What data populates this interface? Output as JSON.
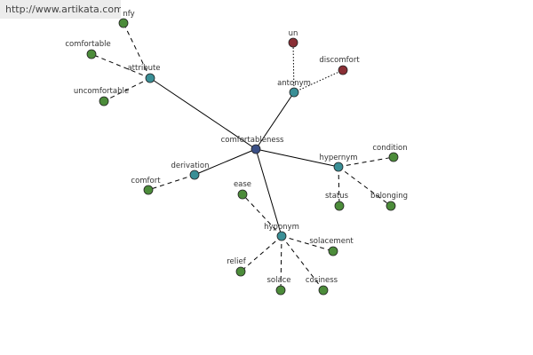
{
  "site": {
    "url": "http://www.artikata.com"
  },
  "colors": {
    "center": "#3a4f86",
    "relation": "#3a8f96",
    "word": "#4c8c3a",
    "antonym_word": "#8a2f35",
    "edge": "#000000"
  },
  "nodes": [
    {
      "id": "comfortableness",
      "label": "comfortableness",
      "kind": "center"
    },
    {
      "id": "attribute",
      "label": "attribute",
      "kind": "relation"
    },
    {
      "id": "antonym",
      "label": "antonym",
      "kind": "relation"
    },
    {
      "id": "hypernym",
      "label": "hypernym",
      "kind": "relation"
    },
    {
      "id": "derivation",
      "label": "derivation",
      "kind": "relation"
    },
    {
      "id": "hyponym",
      "label": "hyponym",
      "kind": "relation"
    },
    {
      "id": "fy",
      "label": "nfy",
      "kind": "word"
    },
    {
      "id": "comfortable",
      "label": "comfortable",
      "kind": "word"
    },
    {
      "id": "uncomfortable",
      "label": "uncomfortable",
      "kind": "word"
    },
    {
      "id": "un",
      "label": "un",
      "kind": "antonym_word"
    },
    {
      "id": "discomfort",
      "label": "discomfort",
      "kind": "antonym_word"
    },
    {
      "id": "condition",
      "label": "condition",
      "kind": "word"
    },
    {
      "id": "status",
      "label": "status",
      "kind": "word"
    },
    {
      "id": "belonging",
      "label": "belonging",
      "kind": "word"
    },
    {
      "id": "comfort",
      "label": "comfort",
      "kind": "word"
    },
    {
      "id": "ease",
      "label": "ease",
      "kind": "word"
    },
    {
      "id": "solacement",
      "label": "solacement",
      "kind": "word"
    },
    {
      "id": "relief",
      "label": "relief",
      "kind": "word"
    },
    {
      "id": "solace",
      "label": "solace",
      "kind": "word"
    },
    {
      "id": "cosiness",
      "label": "cosiness",
      "kind": "word"
    }
  ],
  "edges": [
    {
      "from": "comfortableness",
      "to": "attribute",
      "style": "solid"
    },
    {
      "from": "comfortableness",
      "to": "antonym",
      "style": "solid"
    },
    {
      "from": "comfortableness",
      "to": "hypernym",
      "style": "solid"
    },
    {
      "from": "comfortableness",
      "to": "derivation",
      "style": "solid"
    },
    {
      "from": "comfortableness",
      "to": "hyponym",
      "style": "solid"
    },
    {
      "from": "attribute",
      "to": "fy",
      "style": "dashed"
    },
    {
      "from": "attribute",
      "to": "comfortable",
      "style": "dashed"
    },
    {
      "from": "attribute",
      "to": "uncomfortable",
      "style": "dashed"
    },
    {
      "from": "antonym",
      "to": "un",
      "style": "dotted"
    },
    {
      "from": "antonym",
      "to": "discomfort",
      "style": "dotted"
    },
    {
      "from": "hypernym",
      "to": "condition",
      "style": "dashed"
    },
    {
      "from": "hypernym",
      "to": "status",
      "style": "dashed"
    },
    {
      "from": "hypernym",
      "to": "belonging",
      "style": "dashed"
    },
    {
      "from": "derivation",
      "to": "comfort",
      "style": "dashed"
    },
    {
      "from": "hyponym",
      "to": "ease",
      "style": "dashed"
    },
    {
      "from": "hyponym",
      "to": "solacement",
      "style": "dashed"
    },
    {
      "from": "hyponym",
      "to": "relief",
      "style": "dashed"
    },
    {
      "from": "hyponym",
      "to": "solace",
      "style": "dashed"
    },
    {
      "from": "hyponym",
      "to": "cosiness",
      "style": "dashed"
    }
  ]
}
